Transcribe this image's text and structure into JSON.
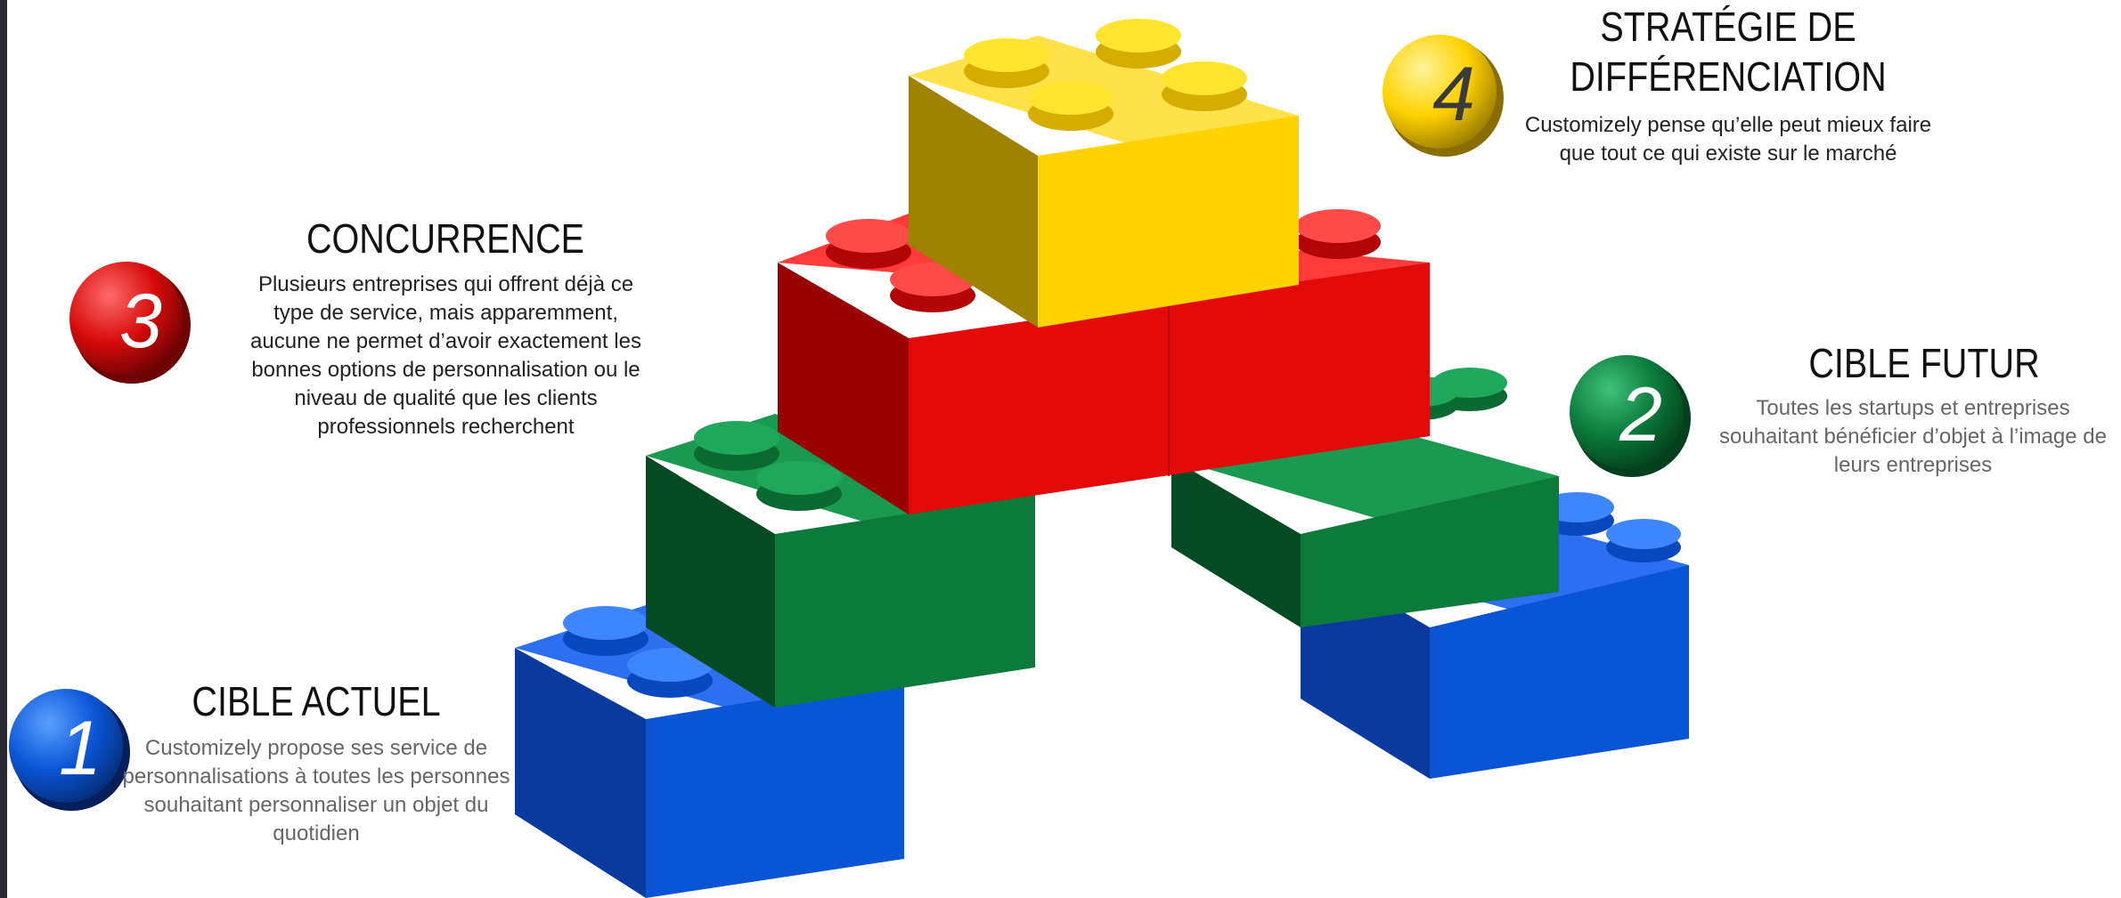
{
  "colors": {
    "blue": "#0a55d6",
    "green": "#0b7a3a",
    "red": "#e30a0a",
    "yellow": "#ffd200",
    "title_text": "#111111",
    "desc_dark": "#222222",
    "desc_grey": "#666666"
  },
  "items": [
    {
      "number": "1",
      "title": "CIBLE ACTUEL",
      "description": "Customizely propose ses service de personnalisations à toutes les personnes souhaitant personnaliser un objet du quotidien",
      "color": "blue"
    },
    {
      "number": "2",
      "title": "CIBLE FUTUR",
      "description": "Toutes les startups et entreprises souhaitant bénéficier d’objet à l’image de leurs entreprises",
      "color": "green"
    },
    {
      "number": "3",
      "title": "CONCURRENCE",
      "description": "Plusieurs entreprises qui offrent déjà ce type de service, mais apparemment, aucune ne permet d’avoir exactement les bonnes options de personnalisation ou le niveau de qualité que les clients professionnels recherchent",
      "color": "red"
    },
    {
      "number": "4",
      "title": "STRATÉGIE DE DIFFÉRENCIATION",
      "description": "Customizely pense qu’elle peut mieux faire que tout ce qui existe sur le marché",
      "color": "yellow"
    }
  ]
}
